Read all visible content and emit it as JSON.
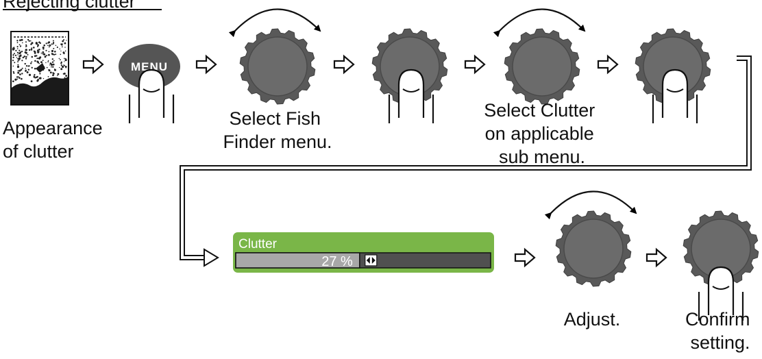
{
  "title": "Rejecting clutter",
  "menu_button_label": "MENU",
  "captions": {
    "appearance": [
      "Appearance",
      "of clutter"
    ],
    "select_fish_finder": [
      "Select Fish",
      "Finder menu."
    ],
    "select_clutter": [
      "Select Clutter",
      "on applicable",
      "sub menu."
    ],
    "adjust": [
      "Adjust."
    ],
    "confirm": [
      "Confirm",
      "setting."
    ]
  },
  "clutter_panel": {
    "label": "Clutter",
    "value_text": "27 %",
    "level_percent": 27
  },
  "colors": {
    "knob": "#595959",
    "knob_face": "#6b6b6b",
    "menu_button": "#555555",
    "panel_green": "#7ab648",
    "bar_track": "#505050",
    "bar_fill": "#a8a8a8"
  },
  "icons": [
    "echogram-thumbnail",
    "menu-button",
    "rotary-knob",
    "rotate-arrows",
    "finger-press",
    "step-arrow",
    "connector-arrow",
    "left-right-arrows-icon"
  ]
}
